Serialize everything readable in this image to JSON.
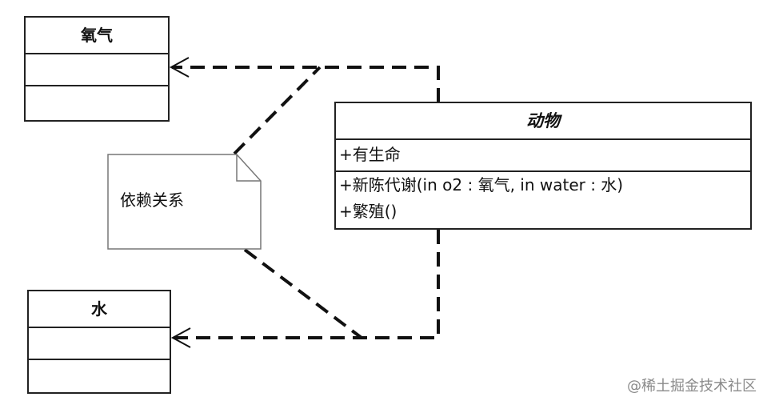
{
  "classes": {
    "oxygen": {
      "name": "氧气"
    },
    "water": {
      "name": "水"
    },
    "animal": {
      "name": "动物",
      "attributes": [
        "+有生命"
      ],
      "operations": [
        "+新陈代谢(in o2 : 氧气, in water : 水)",
        "+繁殖()"
      ]
    }
  },
  "note": {
    "text": "依赖关系"
  },
  "watermark": "@稀土掘金技术社区"
}
